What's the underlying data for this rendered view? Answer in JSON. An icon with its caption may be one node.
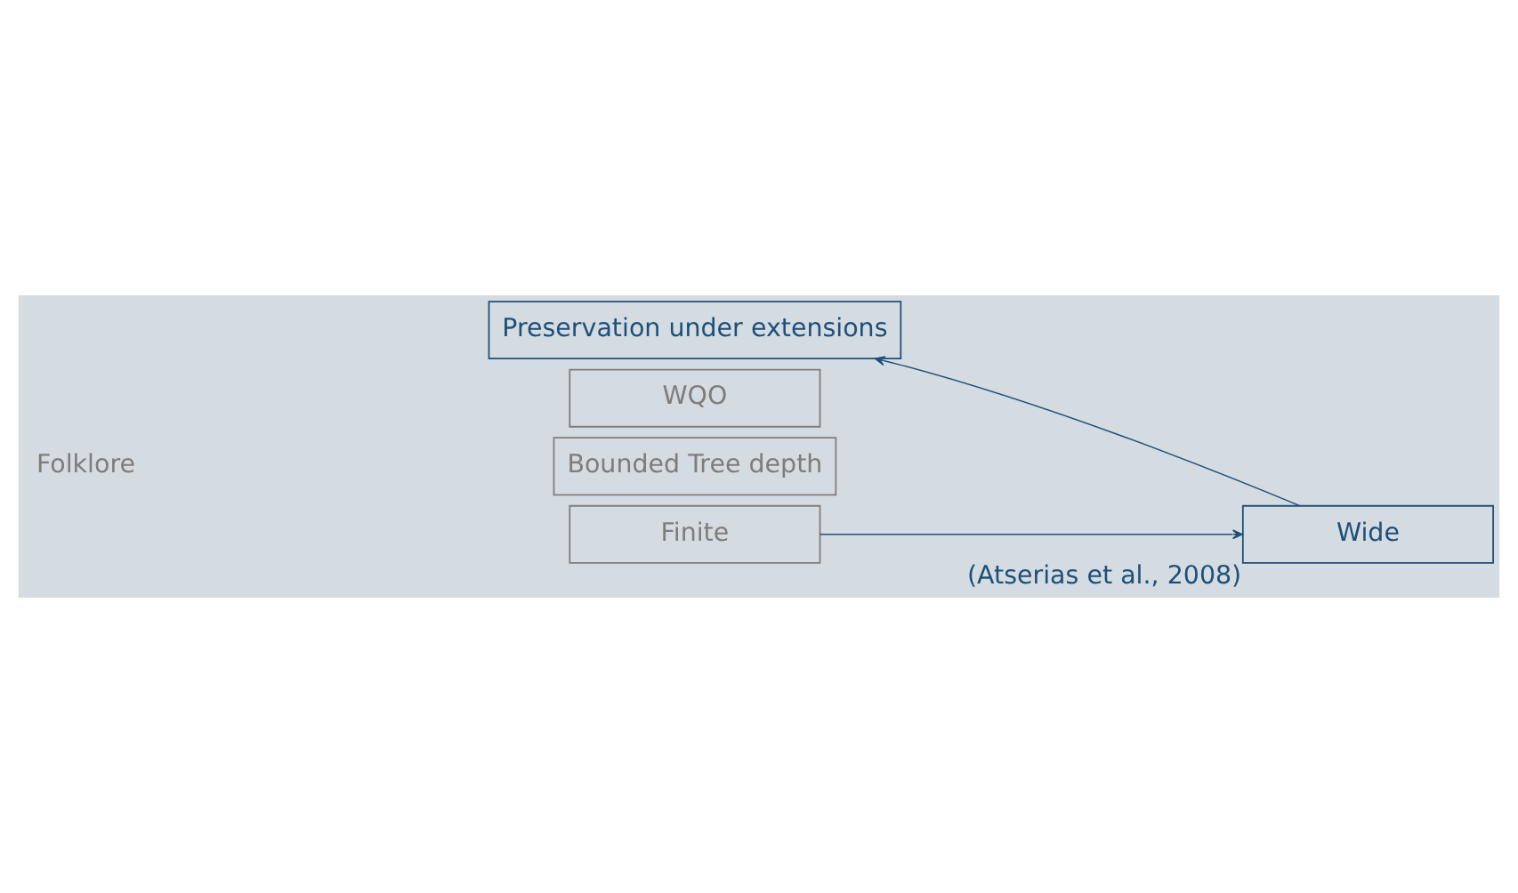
{
  "diagram": {
    "nodes": [
      {
        "text": [
          "Preservation under extensions"
        ]
      },
      {
        "text": [
          "WQO"
        ]
      },
      {
        "text": [
          "Bounded Tree depth"
        ]
      },
      {
        "text": [
          "Finite"
        ]
      },
      {
        "text": [
          "Wide"
        ],
        "beside": [
          "(Atserias et al., 2008)"
        ]
      }
    ],
    "edges": [
      {
        "from": 3,
        "to": 4,
        "arrow": "to"
      },
      {
        "from": 4,
        "to": 0,
        "arrow": "to"
      }
    ],
    "labels": [
      "Folklore"
    ]
  }
}
